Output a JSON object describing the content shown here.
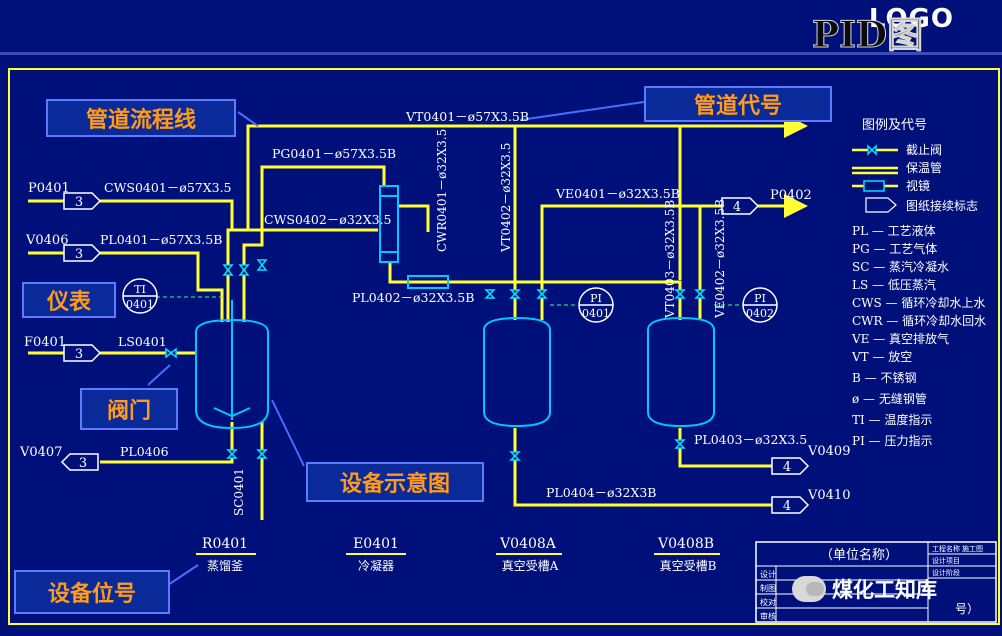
{
  "header": {
    "logo": "LOGO",
    "title": "PID图"
  },
  "callouts": {
    "pipeline_flow": "管道流程线",
    "pipeline_code": "管道代号",
    "instrument": "仪表",
    "valve": "阀门",
    "equipment_sketch": "设备示意图",
    "equipment_tag": "设备位号"
  },
  "pipes": {
    "vt0401": "VT0401－ø57X3.5B",
    "pg0401": "PG0401－ø57X3.5B",
    "cws0401": "CWS0401－ø57X3.5",
    "cws0402": "CWS0402－ø32X3.5",
    "cwr0401": "CWR0401－ø32X3.5",
    "pl0401": "PL0401－ø57X3.5B",
    "ls0401": "LS0401",
    "pl0402": "PL0402－ø32X3.5B",
    "vt0402": "VT0402－ø32X3.5",
    "ve0401": "VE0401－ø32X3.5B",
    "vt0403": "VT0403－ø32X3.5B",
    "ve0402": "VE0402－ø32X3.5B",
    "pl0403": "PL0403－ø32X3.5",
    "pl0404": "PL0404－ø32X3B",
    "pl0406": "PL0406",
    "sc0401": "SC0401"
  },
  "connectors": {
    "p0401": {
      "label": "P0401",
      "num": "3"
    },
    "v0406": {
      "label": "V0406",
      "num": "3"
    },
    "f0401": {
      "label": "F0401",
      "num": "3"
    },
    "v0407": {
      "label": "V0407",
      "num": "3"
    },
    "p0402": {
      "label": "P0402",
      "num": "4"
    },
    "v0409": {
      "label": "V0409",
      "num": "4"
    },
    "v0410": {
      "label": "V0410",
      "num": "4"
    }
  },
  "instruments": {
    "ti0401": {
      "type": "TI",
      "tag": "0401"
    },
    "pi0401": {
      "type": "PI",
      "tag": "0401"
    },
    "pi0402": {
      "type": "PI",
      "tag": "0402"
    }
  },
  "equipment": [
    {
      "tag": "R0401",
      "name": "蒸馏釜"
    },
    {
      "tag": "E0401",
      "name": "冷凝器"
    },
    {
      "tag": "V0408A",
      "name": "真空受槽A"
    },
    {
      "tag": "V0408B",
      "name": "真空受槽B"
    }
  ],
  "legend": {
    "title": "图例及代号",
    "symbols": [
      "截止阀",
      "保温管",
      "视镜",
      "图纸接续标志"
    ],
    "codes": [
      "PL — 工艺液体",
      "PG — 工艺气体",
      "SC — 蒸汽冷凝水",
      "LS — 低压蒸汽",
      "CWS — 循环冷却水上水",
      "CWR — 循环冷却水回水",
      "VE — 真空排放气",
      "VT — 放空",
      "B — 不锈钢",
      "ø — 无缝钢管",
      "TI — 温度指示",
      "PI — 压力指示"
    ]
  },
  "title_block": {
    "unit_name": "（单位名称）",
    "left_rows": [
      "设计",
      "制图",
      "校对",
      "审核"
    ],
    "right_rows": [
      "工程名称",
      "设计项目",
      "设计阶段",
      "施工图"
    ],
    "bottom": "号）"
  },
  "watermark": "煤化工知库",
  "colors": {
    "background": "#00107a",
    "pipe": "#ffff33",
    "equipment": "#00c8ff",
    "callout_text": "#ff9a1a"
  }
}
